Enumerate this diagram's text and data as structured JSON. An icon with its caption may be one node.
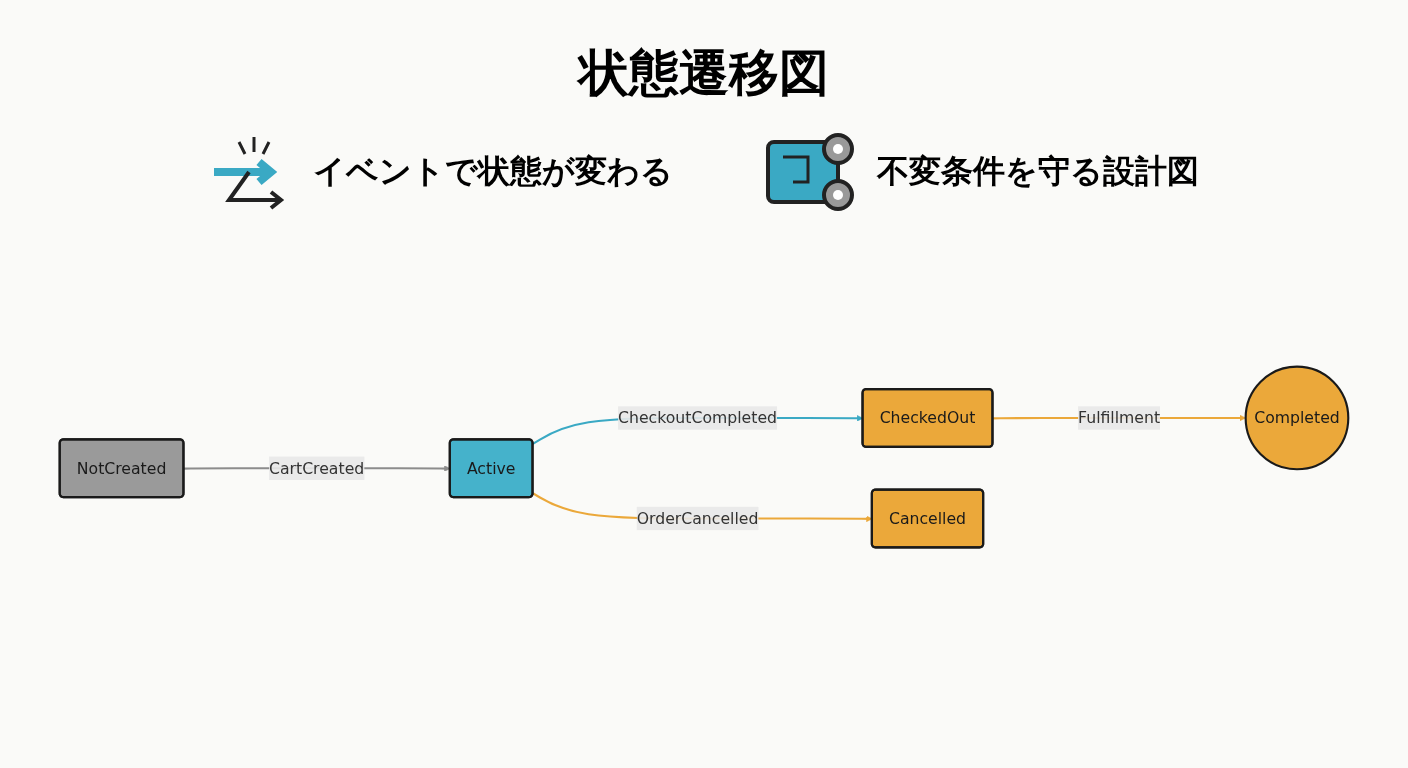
{
  "diagram": {
    "title": "状態遷移図",
    "nodes": [
      {
        "text": [
          "NotCreated"
        ]
      },
      {
        "text": [
          "Active"
        ]
      },
      {
        "text": [
          "CheckedOut"
        ]
      },
      {
        "text": [
          "Completed"
        ]
      },
      {
        "text": [
          "Cancelled"
        ]
      }
    ],
    "edges": [
      {
        "from": 0,
        "to": 1,
        "arrow": "to",
        "label": "CartCreated",
        "color": "#8c8c8c"
      },
      {
        "from": 1,
        "to": 2,
        "arrow": "to",
        "label": "CheckoutCompleted",
        "color": "#3aa9c4"
      },
      {
        "from": 2,
        "to": 3,
        "arrow": "to",
        "label": "Fulfillment",
        "color": "#eba83a"
      },
      {
        "from": 1,
        "to": 4,
        "arrow": "to",
        "label": "OrderCancelled",
        "color": "#eba83a"
      }
    ],
    "labels": [
      "イベントで状態が変わる",
      "不変条件を守る設計図"
    ]
  }
}
